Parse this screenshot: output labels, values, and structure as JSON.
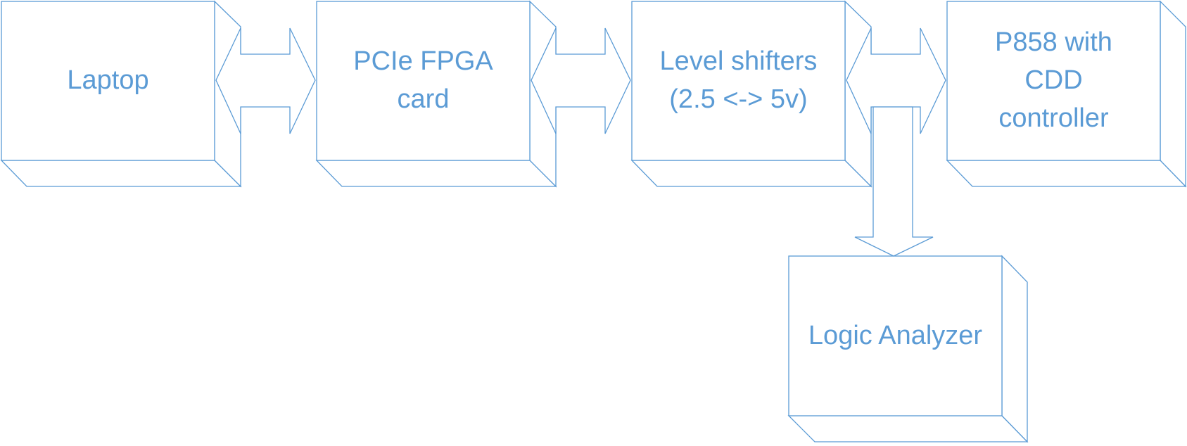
{
  "colors": {
    "stroke": "#5b9bd5",
    "text": "#5b9bd5",
    "fill": "#ffffff"
  },
  "blocks": {
    "laptop": {
      "lines": [
        "Laptop"
      ]
    },
    "fpga": {
      "lines": [
        "PCIe FPGA",
        "card"
      ]
    },
    "level_shifters": {
      "lines": [
        "Level shifters",
        "(2.5 <-> 5v)"
      ]
    },
    "p858": {
      "lines": [
        "P858 with",
        "CDD",
        "controller"
      ]
    },
    "logic_analyzer": {
      "lines": [
        "Logic Analyzer"
      ]
    }
  }
}
